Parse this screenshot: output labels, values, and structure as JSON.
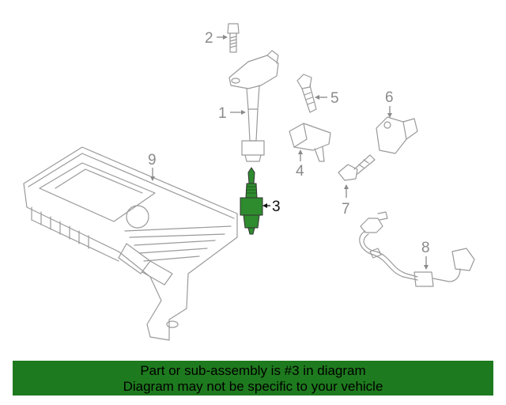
{
  "callouts": [
    {
      "id": "1",
      "label": "1",
      "highlighted": false
    },
    {
      "id": "2",
      "label": "2",
      "highlighted": false
    },
    {
      "id": "3",
      "label": "3",
      "highlighted": true
    },
    {
      "id": "4",
      "label": "4",
      "highlighted": false
    },
    {
      "id": "5",
      "label": "5",
      "highlighted": false
    },
    {
      "id": "6",
      "label": "6",
      "highlighted": false
    },
    {
      "id": "7",
      "label": "7",
      "highlighted": false
    },
    {
      "id": "8",
      "label": "8",
      "highlighted": false
    },
    {
      "id": "9",
      "label": "9",
      "highlighted": false
    }
  ],
  "colors": {
    "banner_bg": "#1e7a1e",
    "highlight_fill": "#2e8b2e",
    "line": "#9a9a9a"
  },
  "banner": {
    "line1": "Part or sub-assembly is #3 in diagram",
    "line2": "Diagram may not be specific to your vehicle"
  }
}
